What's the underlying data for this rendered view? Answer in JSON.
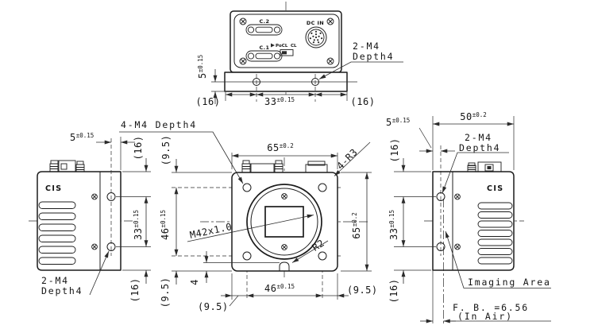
{
  "colors": {
    "line": "#1c1c1c",
    "background": "#ffffff"
  },
  "rear_view": {
    "connector_c2_label": "C.2",
    "connector_c1_label": "C.1",
    "connector_dc_label": "DC IN",
    "switch_pocl_label": "PoCL",
    "switch_cl_label": "CL",
    "note_2m4": {
      "line1": "2-M4",
      "line2": "Depth4"
    },
    "dim_hole_to_front": {
      "value": "5",
      "tol": "±0.15"
    },
    "dim_left_margin": "(16)",
    "dim_hole_span": {
      "value": "33",
      "tol": "±0.15"
    },
    "dim_right_margin": "(16)"
  },
  "left_view": {
    "brand": "CIS",
    "dim_hole_to_front": {
      "value": "5",
      "tol": "±0.15"
    },
    "dim_top_margin": "(16)",
    "dim_hole_span": {
      "value": "33",
      "tol": "±0.15"
    },
    "dim_bottom_margin": "(16)",
    "note_2m4": {
      "line1": "2-M4",
      "line2": "Depth4"
    }
  },
  "front_view": {
    "note_4m4": "4-M4 Depth4",
    "dim_width": {
      "value": "65",
      "tol": "±0.2"
    },
    "dim_height": {
      "value": "65",
      "tol": "±0.2"
    },
    "note_corner_radius": "4-R3",
    "note_mount_thread": "M42x1.0",
    "note_notch_radius": "R2",
    "dim_notch_height": "4",
    "dim_hole_span_h": {
      "value": "46",
      "tol": "±0.15"
    },
    "dim_hole_span_v": {
      "value": "46",
      "tol": "±0.15"
    },
    "dim_margin_top": "(9.5)",
    "dim_margin_bottom": "(9.5)",
    "dim_margin_left": "(9.5)",
    "dim_margin_right": "(9.5)"
  },
  "right_view": {
    "brand": "CIS",
    "dim_depth": {
      "value": "50",
      "tol": "±0.2"
    },
    "dim_hole_to_front": {
      "value": "5",
      "tol": "±0.15"
    },
    "note_2m4": {
      "line1": "2-M4",
      "line2": "Depth4"
    },
    "dim_top_margin": "(16)",
    "dim_hole_span": {
      "value": "33",
      "tol": "±0.15"
    },
    "dim_bottom_margin": "(16)",
    "note_imaging_area": "Imaging Area",
    "note_flange_back": "F. B. =6.56",
    "note_flange_back_cond": "(In Air)"
  }
}
